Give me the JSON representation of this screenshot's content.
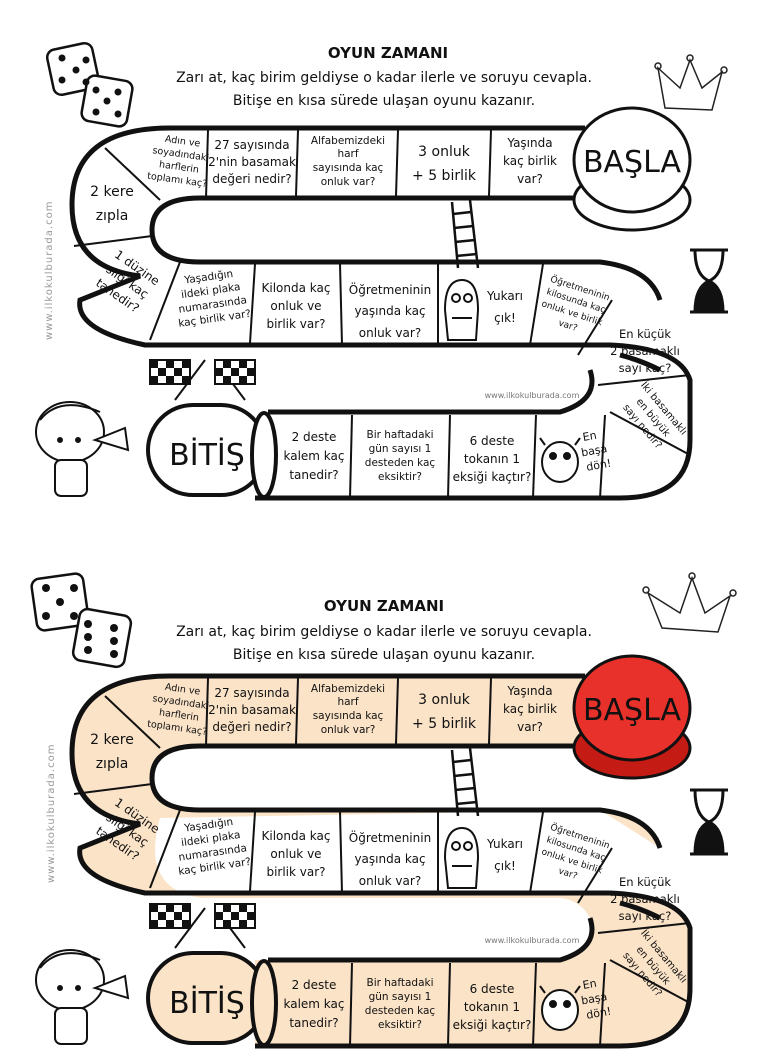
{
  "boards": [
    {
      "title": "OYUN ZAMANI",
      "title_color": "#111111",
      "instruction_line1": "Zarı at, kaç birim geldiyse o kadar ilerle ve soruyu cevapla.",
      "instruction_line2": "Bitişe en kısa sürede ulaşan oyunu kazanır.",
      "start_label": "BAŞLA",
      "finish_label": "BİTİŞ",
      "start_color": "#ffffff",
      "cell_fill": "#ffffff",
      "watermark_side": "www.ilkokulburada.com",
      "watermark_track": "www.ilkokulburada.com"
    },
    {
      "title": "OYUN ZAMANI",
      "title_color": "#e21b1b",
      "instruction_line1": "Zarı at, kaç birim geldiyse o kadar ilerle ve soruyu cevapla.",
      "instruction_line2": "Bitişe en kısa sürede ulaşan oyunu kazanır.",
      "start_label": "BAŞLA",
      "finish_label": "BİTİŞ",
      "start_color": "#e8312a",
      "cell_fill": "#fbe3c8",
      "watermark_side": "www.ilkokulburada.com",
      "watermark_track": "www.ilkokulburada.com"
    }
  ],
  "cells": {
    "c1": [
      "Yaşında",
      "kaç birlik",
      "var?"
    ],
    "c2": [
      "3 onluk",
      "+ 5 birlik"
    ],
    "c3": [
      "Alfabemizdeki",
      "harf",
      "sayısında kaç",
      "onluk var?"
    ],
    "c4": [
      "27 sayısında",
      "2'nin basamak",
      "değeri nedir?"
    ],
    "c5": [
      "Adın ve",
      "soyadındaki",
      "harflerin",
      "toplamı kaç?"
    ],
    "c6": [
      "2 kere",
      "zıpla"
    ],
    "c7": [
      "1 düzine",
      "silgi kaç",
      "tanedir?"
    ],
    "c8": [
      "Yaşadığın",
      "ildeki plaka",
      "numarasında",
      "kaç birlik var?"
    ],
    "c9": [
      "Kilonda kaç",
      "onluk ve",
      "birlik var?"
    ],
    "c10": [
      "Öğretmeninin",
      "yaşında kaç",
      "onluk var?"
    ],
    "c11": [
      "Yukarı",
      "çık!"
    ],
    "c12": [
      "Öğretmeninin",
      "kilosunda kaç",
      "onluk ve birlik",
      "var?"
    ],
    "c13": [
      "En küçük",
      "2 basamaklı",
      "sayı kaç?"
    ],
    "c14": [
      "İki basamaklı",
      "en büyük",
      "sayı nedir?"
    ],
    "c15": [
      "En",
      "başa",
      "dön!"
    ],
    "c16": [
      "6 deste",
      "tokanın 1",
      "eksiği kaçtır?"
    ],
    "c17": [
      "Bir haftadaki",
      "gün sayısı 1",
      "desteden kaç",
      "eksiktir?"
    ],
    "c18": [
      "2 deste",
      "kalem kaç",
      "tanedir?"
    ]
  },
  "icons": [
    "dice-icon",
    "crown-icon",
    "hourglass-icon",
    "checkered-flags-icon",
    "ladder-icon",
    "monster-icon",
    "virus-monster-icon",
    "child-horn-icon"
  ]
}
